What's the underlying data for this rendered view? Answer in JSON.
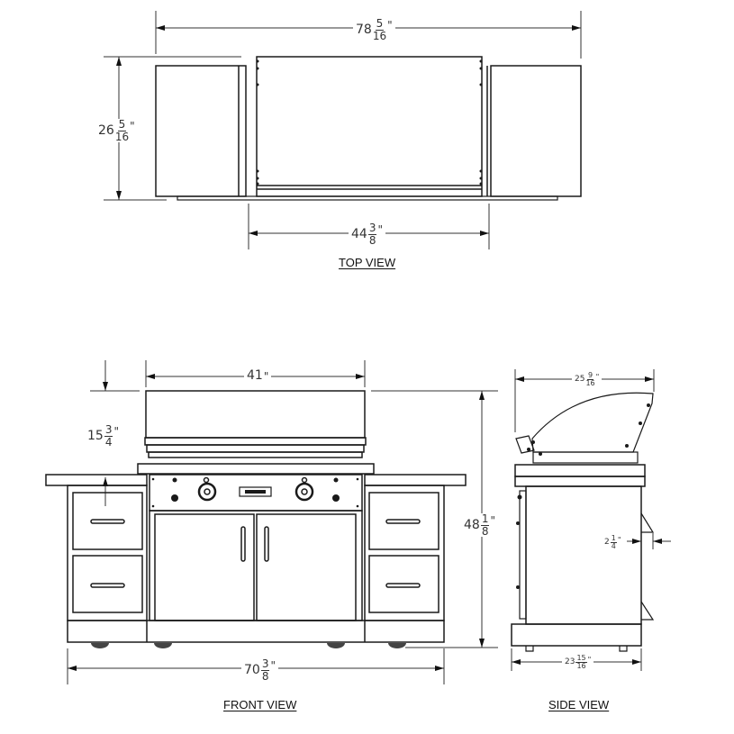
{
  "views": {
    "top": {
      "label": "TOP VIEW",
      "dimensions": {
        "overall_width": {
          "whole": "78",
          "num": "5",
          "den": "16",
          "unit": "\""
        },
        "depth": {
          "whole": "26",
          "num": "5",
          "den": "16",
          "unit": "\""
        },
        "grill_width": {
          "whole": "44",
          "num": "3",
          "den": "8",
          "unit": "\""
        }
      }
    },
    "front": {
      "label": "FRONT VIEW",
      "dimensions": {
        "hood_width": {
          "whole": "41",
          "unit": "\""
        },
        "hood_height": {
          "whole": "15",
          "num": "3",
          "den": "4",
          "unit": "\""
        },
        "overall_height": {
          "whole": "48",
          "num": "1",
          "den": "8",
          "unit": "\""
        },
        "overall_width": {
          "whole": "70",
          "num": "3",
          "den": "8",
          "unit": "\""
        }
      }
    },
    "side": {
      "label": "SIDE VIEW",
      "dimensions": {
        "top_depth": {
          "whole": "25",
          "num": "9",
          "den": "16",
          "unit": "\""
        },
        "handle_offset": {
          "whole": "2",
          "num": "1",
          "den": "4",
          "unit": "\""
        },
        "base_depth": {
          "whole": "23",
          "num": "15",
          "den": "16",
          "unit": "\""
        }
      }
    }
  },
  "colors": {
    "line": "#1a1a1a",
    "dim_line": "#333333",
    "background": "#ffffff"
  }
}
